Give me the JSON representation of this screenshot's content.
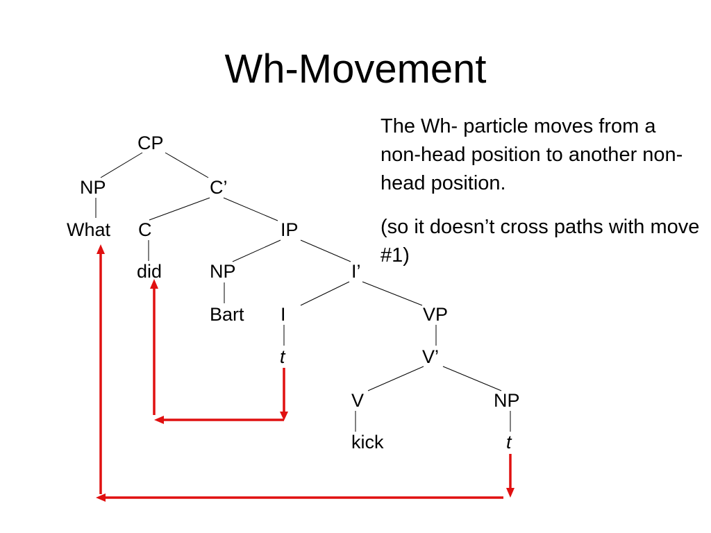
{
  "slide": {
    "title": "Wh-Movement",
    "note_1": "The Wh- particle moves from a non-head position to another non-head position.",
    "note_2": "(so it doesn’t cross paths with move #1)"
  },
  "tree": {
    "nodes": {
      "cp": "CP",
      "np_spec": "NP",
      "c_bar": "C’",
      "what": "What",
      "c": "C",
      "ip": "IP",
      "did": "did",
      "np_subj": "NP",
      "i_bar": "I’",
      "bart": "Bart",
      "i": "I",
      "vp": "VP",
      "t_i": "t",
      "v_bar": "V’",
      "v": "V",
      "np_obj": "NP",
      "kick": "kick",
      "t_obj": "t"
    }
  },
  "colors": {
    "arrows": "#e01010",
    "text": "#000000",
    "background": "#ffffff"
  }
}
